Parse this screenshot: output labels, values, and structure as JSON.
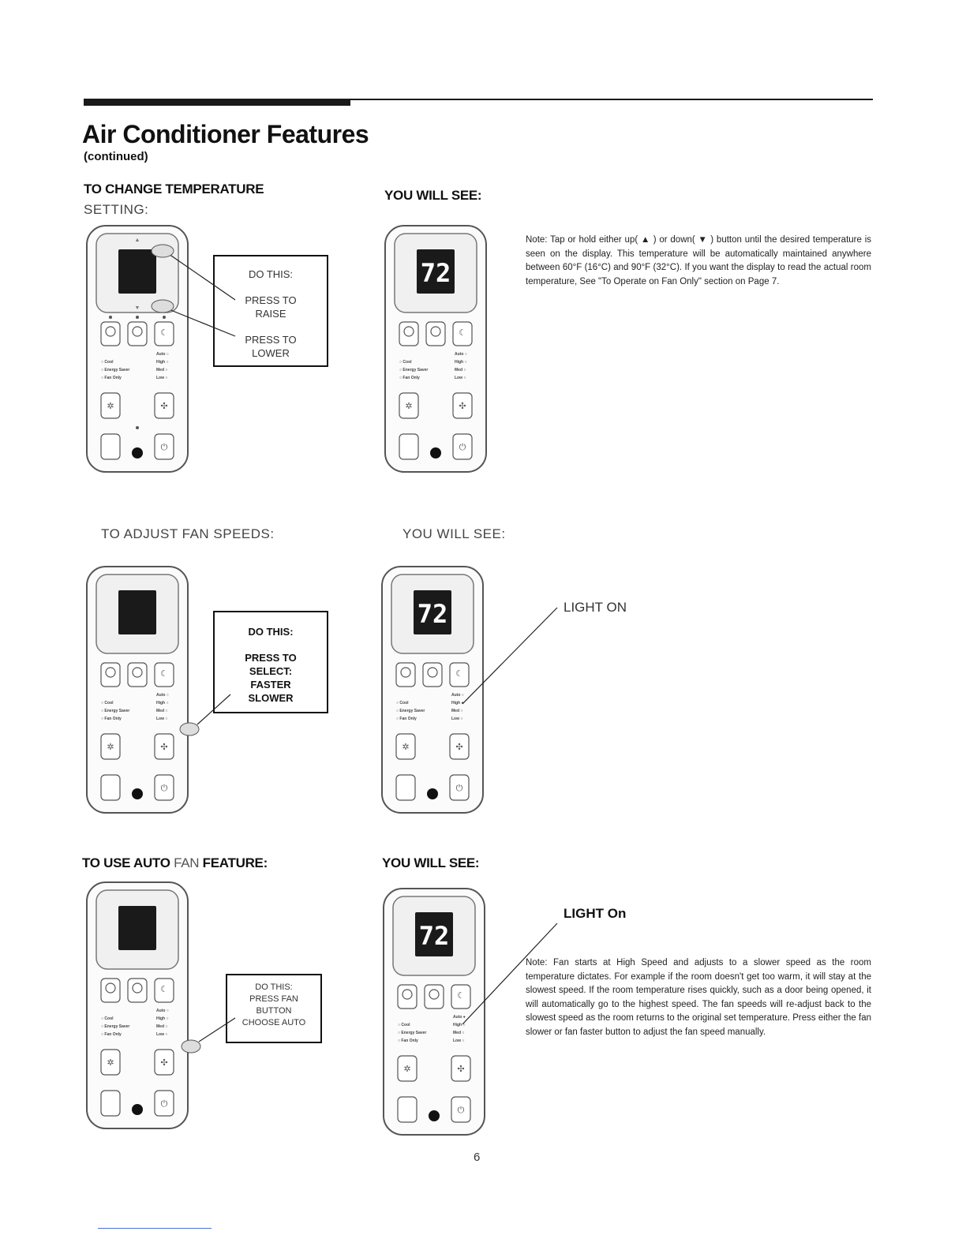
{
  "header": {
    "title": "Air Conditioner Features",
    "subtitle": "(continued)"
  },
  "section1": {
    "heading_line1": "TO CHANGE TEMPERATURE",
    "heading_line2": "SETTING:",
    "you_will_see": "YOU WILL SEE:",
    "callout": {
      "line1": "DO THIS:",
      "line2": "PRESS TO",
      "line3": "RAISE",
      "line4": "PRESS TO",
      "line5": "LOWER"
    },
    "display_value": "72",
    "note": "Note: Tap or hold either up( ▲ ) or down( ▼ ) button until the desired temperature is seen on the display. This temperature will be automatically maintained anywhere between 60°F (16°C) and 90°F (32°C). If you want the display to read the actual room temperature, See \"To Operate on Fan Only\" section on Page 7."
  },
  "section2": {
    "heading": "TO ADJUST FAN SPEEDS:",
    "you_will_see": "YOU WILL SEE:",
    "callout": {
      "line1": "DO THIS:",
      "line2": "PRESS TO",
      "line3": "SELECT:",
      "line4": "FASTER",
      "line5": "SLOWER"
    },
    "display_value": "72",
    "light_label": "LIGHT ON"
  },
  "section3": {
    "heading_part1": "TO USE AUTO",
    "heading_part2": "FAN",
    "heading_part3": "FEATURE:",
    "you_will_see": "YOU WILL SEE:",
    "callout": {
      "line1": "DO THIS:",
      "line2": "PRESS FAN",
      "line3": "BUTTON",
      "line4": "CHOOSE AUTO"
    },
    "display_value": "72",
    "light_label": "LIGHT On",
    "note": "Note: Fan starts at High Speed and adjusts to a slower speed as the room temperature dictates. For example if the room doesn't get too warm, it will stay at the slowest speed. If the room temperature rises quickly, such as a door being opened, it will automatically go to the highest speed. The fan speeds will re-adjust back to the slowest speed as the room returns to the original set temperature. Press either the fan slower or fan faster button to adjust the fan speed manually."
  },
  "footer": {
    "page_number": "6"
  },
  "colors": {
    "text": "#111111",
    "display_bg": "#1a1a1a",
    "remote_outline": "#555555",
    "link_underline": "#4a6fd6"
  },
  "icons": [
    "hand-pointer-icon",
    "up-arrow-icon",
    "down-arrow-icon",
    "fan-icon",
    "power-icon",
    "moon-icon"
  ]
}
